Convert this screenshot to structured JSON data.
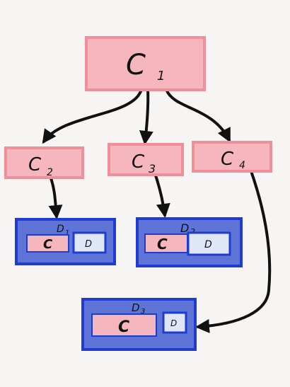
{
  "colors": {
    "background": "#f6f5f3",
    "class_fill": "#f5b7bd",
    "class_stroke": "#ef8f9c",
    "d_outer_fill": "#5e74d6",
    "d_outer_stroke": "#1f3bd0",
    "d_inner_fill": "#dfe6f8",
    "arrow": "#111111"
  },
  "nodes": {
    "c1": {
      "main": "C",
      "sub": "1"
    },
    "c2": {
      "main": "C",
      "sub": "2"
    },
    "c3": {
      "main": "C",
      "sub": "3"
    },
    "c4": {
      "main": "C",
      "sub": "4"
    }
  },
  "d_boxes": [
    {
      "main": "D",
      "sub": "1",
      "c_label": "C",
      "d_label": "D"
    },
    {
      "main": "D",
      "sub": "2",
      "c_label": "C",
      "d_label": "D"
    },
    {
      "main": "D",
      "sub": "3",
      "c_label": "C",
      "d_label": "D"
    }
  ],
  "edges": [
    {
      "from": "c1",
      "to": "c2"
    },
    {
      "from": "c1",
      "to": "c3"
    },
    {
      "from": "c1",
      "to": "c4"
    },
    {
      "from": "c2",
      "to": "d1"
    },
    {
      "from": "c3",
      "to": "d2"
    },
    {
      "from": "c4",
      "to": "d3"
    }
  ]
}
